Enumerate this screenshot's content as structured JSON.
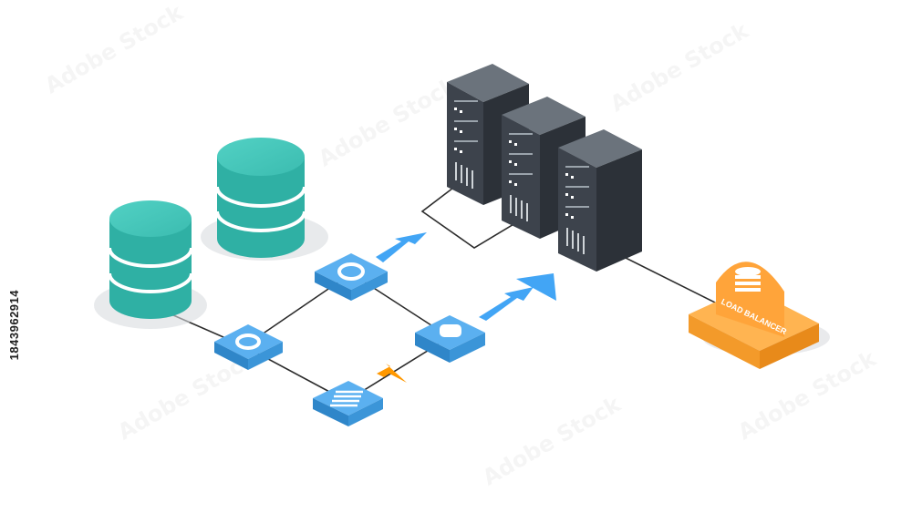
{
  "load_balancer": {
    "label": "LOAD BALANCER"
  },
  "stock_id": "1843962914",
  "watermark_text": "Adobe Stock",
  "colors": {
    "database": "#3cbfb3",
    "database_dark": "#2a9d92",
    "server": "#3d434c",
    "node": "#4aa3e8",
    "arrow_blue": "#42a5f5",
    "arrow_orange": "#ff9800",
    "balancer": "#ffa43a"
  },
  "icons": [
    "database-icon",
    "server-rack-icon",
    "node-ring-icon",
    "node-chat-icon",
    "node-document-icon",
    "arrow-left-icon",
    "load-balancer-icon"
  ]
}
